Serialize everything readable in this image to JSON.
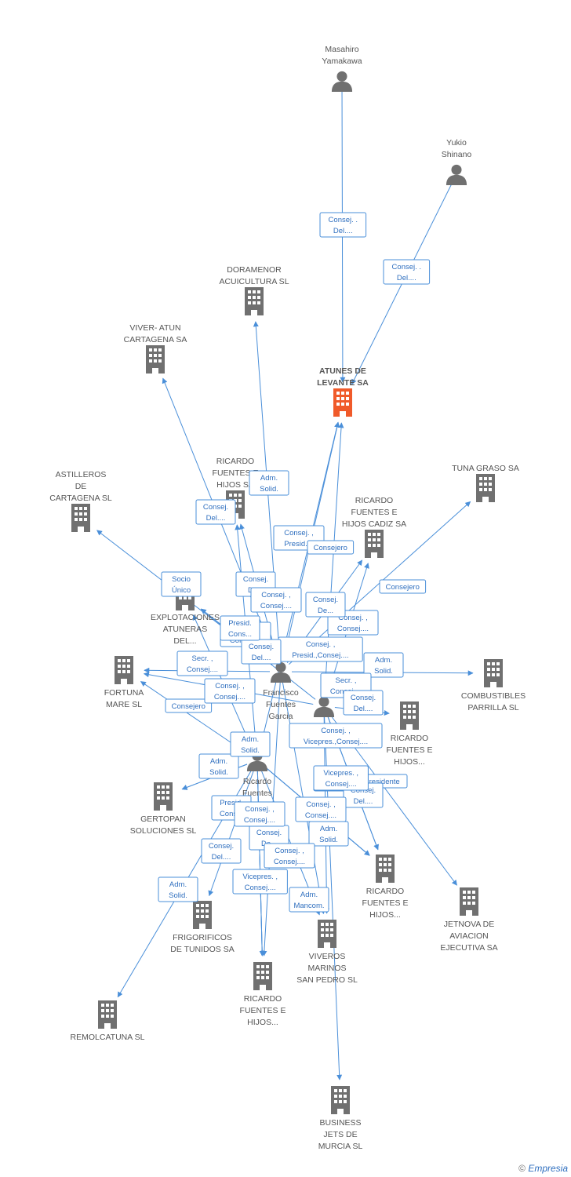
{
  "colors": {
    "edge": "#4a8fd9",
    "edge_label_text": "#2f6fbf",
    "company_icon": "#707070",
    "main_company_icon": "#f05a2a",
    "person_icon": "#707070",
    "node_text": "#555555"
  },
  "watermark": {
    "symbol": "©",
    "brand": "Empresia"
  },
  "nodes": [
    {
      "id": "masahiro",
      "type": "person",
      "label": [
        "Masahiro",
        "Yamakawa"
      ]
    },
    {
      "id": "yukio",
      "type": "person",
      "label": [
        "Yukio",
        "Shinano"
      ]
    },
    {
      "id": "doramenor",
      "type": "company",
      "label": [
        "DORAMENOR",
        "ACUICULTURA SL"
      ]
    },
    {
      "id": "viver",
      "type": "company",
      "label": [
        "VIVER- ATUN",
        "CARTAGENA SA"
      ]
    },
    {
      "id": "atunes",
      "type": "company",
      "main": true,
      "label": [
        "ATUNES DE",
        "LEVANTE SA"
      ]
    },
    {
      "id": "tuna_graso",
      "type": "company",
      "label": [
        "TUNA GRASO SA"
      ]
    },
    {
      "id": "rf_hijos_sa",
      "type": "company",
      "label": [
        "RICARDO",
        "FUENTES E",
        "HIJOS SA"
      ]
    },
    {
      "id": "astilleros",
      "type": "company",
      "label": [
        "ASTILLEROS",
        "DE",
        "CARTAGENA SL"
      ]
    },
    {
      "id": "rf_cadiz",
      "type": "company",
      "label": [
        "RICARDO",
        "FUENTES E",
        "HIJOS CADIZ SA"
      ]
    },
    {
      "id": "explotaciones",
      "type": "company",
      "label": [
        "EXPLOTACIONES",
        "ATUNERAS",
        "DEL..."
      ]
    },
    {
      "id": "fortuna",
      "type": "company",
      "label": [
        "FORTUNA",
        "MARE  SL"
      ]
    },
    {
      "id": "combustibles",
      "type": "company",
      "label": [
        "COMBUSTIBLES",
        "PARRILLA SL"
      ]
    },
    {
      "id": "francisco",
      "type": "person",
      "label": [
        "Francisco",
        "Fuentes",
        "Garcia"
      ]
    },
    {
      "id": "person_garcia",
      "type": "person",
      "label": [
        "Garcia"
      ]
    },
    {
      "id": "rf_hijos_right",
      "type": "company",
      "label": [
        "RICARDO",
        "FUENTES E",
        "HIJOS..."
      ]
    },
    {
      "id": "ricardo_person",
      "type": "person",
      "label": [
        "Ricardo",
        "Fuentes"
      ]
    },
    {
      "id": "gertopan",
      "type": "company",
      "label": [
        "GERTOPAN",
        "SOLUCIONES SL"
      ]
    },
    {
      "id": "rf_hijos_mid",
      "type": "company",
      "label": [
        "RICARDO",
        "FUENTES E",
        "HIJOS..."
      ]
    },
    {
      "id": "jetnova",
      "type": "company",
      "label": [
        "JETNOVA DE",
        "AVIACION",
        "EJECUTIVA SA"
      ]
    },
    {
      "id": "frigorificos",
      "type": "company",
      "label": [
        "FRIGORIFICOS",
        "DE TUNIDOS SA"
      ]
    },
    {
      "id": "viveros",
      "type": "company",
      "label": [
        "VIVEROS",
        "MARINOS",
        "SAN PEDRO SL"
      ]
    },
    {
      "id": "rf_hijos_bottom",
      "type": "company",
      "label": [
        "RICARDO",
        "FUENTES E",
        "HIJOS..."
      ]
    },
    {
      "id": "remolcatuna",
      "type": "company",
      "label": [
        "REMOLCATUNA SL"
      ]
    },
    {
      "id": "business_jets",
      "type": "company",
      "label": [
        "BUSINESS",
        "JETS DE",
        "MURCIA SL"
      ]
    }
  ],
  "edges": [
    {
      "from": "masahiro",
      "to": "atunes",
      "label": [
        "Consej. .",
        "Del...."
      ]
    },
    {
      "from": "yukio",
      "to": "atunes",
      "label": [
        "Consej. .",
        "Del...."
      ]
    },
    {
      "from": "francisco",
      "to": "doramenor",
      "label": [
        "Adm.",
        "Solid."
      ]
    },
    {
      "from": "francisco",
      "to": "viver",
      "label": [
        "Consej.",
        "Del...."
      ]
    },
    {
      "from": "francisco",
      "to": "astilleros",
      "label": [
        "Socio",
        "Único"
      ]
    },
    {
      "from": "francisco",
      "to": "atunes",
      "label": [
        "Consej. ,",
        "Presid...."
      ]
    },
    {
      "from": "francisco",
      "to": "rf_cadiz",
      "label": [
        "Consejero"
      ]
    },
    {
      "from": "francisco",
      "to": "tuna_graso",
      "label": [
        "Consejero"
      ]
    },
    {
      "from": "francisco",
      "to": "rf_hijos_sa",
      "label": [
        "Consej.",
        "De..."
      ]
    },
    {
      "from": "francisco",
      "to": "explotaciones",
      "label": [
        "Secr. ,",
        "Consej...."
      ]
    },
    {
      "from": "francisco",
      "to": "fortuna",
      "label": [
        "Secr. ,",
        "Consej...."
      ]
    },
    {
      "from": "francisco",
      "to": "combustibles",
      "label": [
        "Adm.",
        "Solid."
      ]
    },
    {
      "from": "person_garcia",
      "to": "atunes",
      "label": [
        "Consej. ,",
        "Presid.,Consej...."
      ]
    },
    {
      "from": "person_garcia",
      "to": "rf_cadiz",
      "label": [
        "Consej. ,",
        "Consej...."
      ]
    },
    {
      "from": "person_garcia",
      "to": "explotaciones",
      "label": [
        "Consej.",
        "Del...."
      ]
    },
    {
      "from": "person_garcia",
      "to": "rf_hijos_right",
      "label": [
        "Secr. ,",
        "Consej...."
      ]
    },
    {
      "from": "person_garcia",
      "to": "rf_hijos_mid",
      "label": [
        "Consej. ,",
        "Vicepres.,Consej...."
      ]
    },
    {
      "from": "person_garcia",
      "to": "jetnova",
      "label": [
        "Presidente"
      ]
    },
    {
      "from": "person_garcia",
      "to": "rf_hijos_mid",
      "label": [
        "Vicepres. ,",
        "Consej...."
      ]
    },
    {
      "from": "person_garcia",
      "to": "viveros",
      "label": [
        "Adm.",
        "Solid."
      ]
    },
    {
      "from": "person_garcia",
      "to": "fortuna",
      "label": [
        "Consejero"
      ]
    },
    {
      "from": "person_garcia",
      "to": "business_jets",
      "label": [
        "Consej.",
        "Del...."
      ]
    },
    {
      "from": "ricardo_person",
      "to": "atunes",
      "label": [
        "Consej.",
        "De..."
      ]
    },
    {
      "from": "ricardo_person",
      "to": "rf_hijos_sa",
      "label": [
        "Consej. ,",
        "Consej...."
      ]
    },
    {
      "from": "ricardo_person",
      "to": "gertopan",
      "label": [
        "Adm.",
        "Solid."
      ]
    },
    {
      "from": "ricardo_person",
      "to": "fortuna",
      "label": [
        "Consej. ,",
        "Consej...."
      ]
    },
    {
      "from": "ricardo_person",
      "to": "frigorificos",
      "label": [
        "Consej.",
        "Del...."
      ]
    },
    {
      "from": "ricardo_person",
      "to": "rf_hijos_bottom",
      "label": [
        "Presid.",
        "Cons..."
      ]
    },
    {
      "from": "ricardo_person",
      "to": "remolcatuna",
      "label": [
        "Adm.",
        "Solid."
      ]
    },
    {
      "from": "ricardo_person",
      "to": "viveros",
      "label": [
        "Adm.",
        "Mancom."
      ]
    },
    {
      "from": "ricardo_person",
      "to": "rf_hijos_bottom",
      "label": [
        "Vicepres. ,",
        "Consej...."
      ]
    },
    {
      "from": "ricardo_person",
      "to": "rf_hijos_mid",
      "label": [
        "Consej. ,",
        "Consej...."
      ]
    },
    {
      "from": "ricardo_person",
      "to": "gertopan",
      "label": [
        "Adm.",
        "Solid."
      ]
    },
    {
      "from": "ricardo_person",
      "to": "explotaciones",
      "label": [
        "Presid.",
        "Cons..."
      ]
    },
    {
      "from": "ricardo_person",
      "to": "rf_hijos_bottom",
      "label": [
        "Consej.",
        "De..."
      ]
    },
    {
      "from": "ricardo_person",
      "to": "rf_hijos_mid",
      "label": [
        "Vicepres. ,",
        "Consej...."
      ]
    },
    {
      "from": "ricardo_person",
      "to": "rf_hijos_mid",
      "label": [
        "Consej. ,",
        "Consej...."
      ]
    },
    {
      "from": "francisco",
      "to": "rf_hijos_bottom",
      "label": [
        "Consej. ,",
        "Consej...."
      ]
    },
    {
      "from": "francisco",
      "to": "viveros",
      "label": [
        "Consej.",
        "Del...."
      ]
    }
  ]
}
